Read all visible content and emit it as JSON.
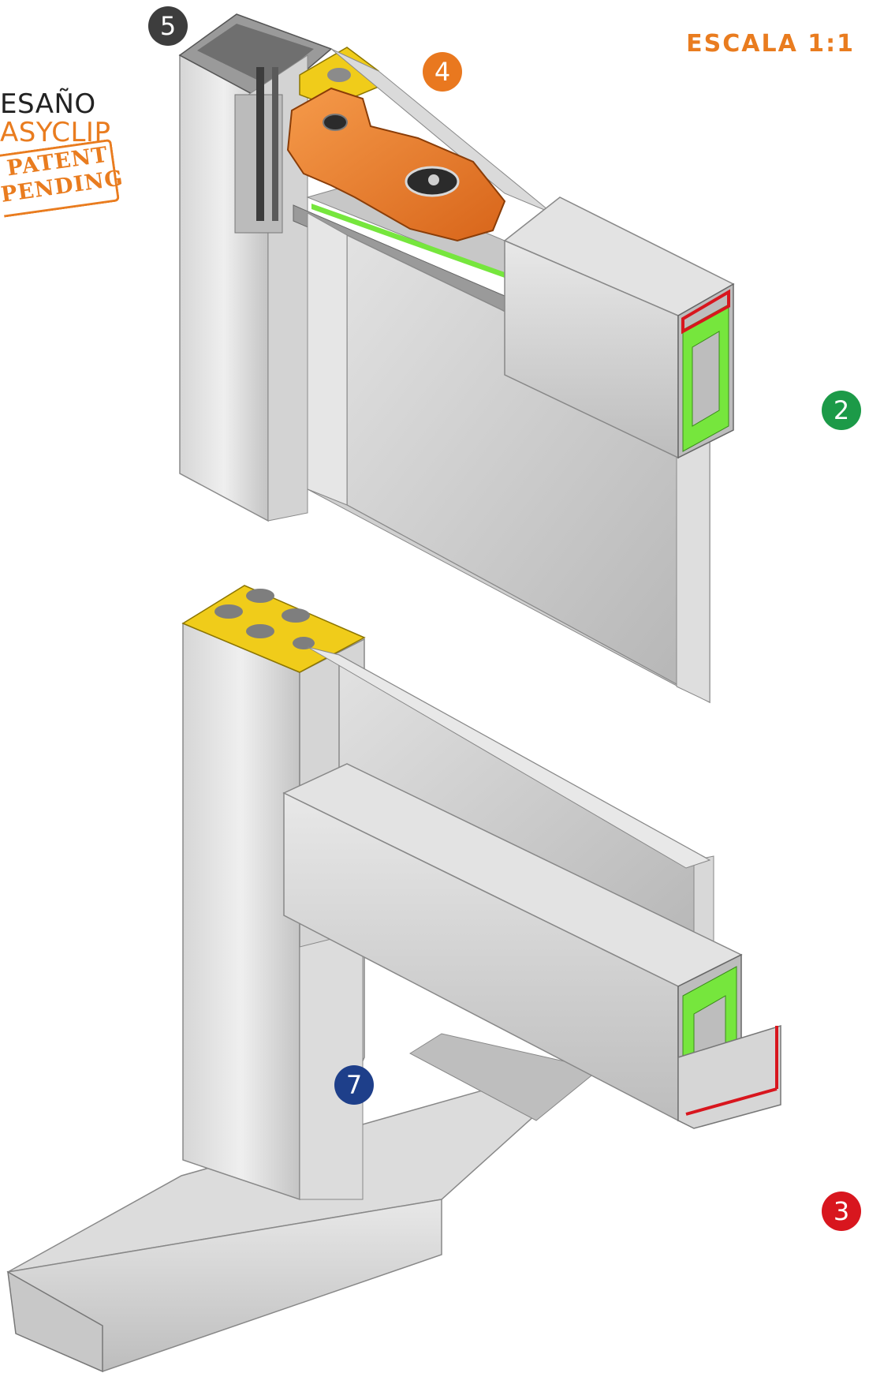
{
  "heading": "ESCALA 1:1",
  "brand": {
    "line1": "ESAÑO",
    "line2": "ASYCLIP",
    "stamp_line1": "PATENT",
    "stamp_line2": "PENDING"
  },
  "callouts": [
    {
      "id": "callout-5",
      "label": "5",
      "color": "#3d3d3d"
    },
    {
      "id": "callout-4",
      "label": "4",
      "color": "#e9781f"
    },
    {
      "id": "callout-2",
      "label": "2",
      "color": "#1c9a48"
    },
    {
      "id": "callout-7",
      "label": "7",
      "color": "#1e3f8a"
    },
    {
      "id": "callout-3",
      "label": "3",
      "color": "#d8161e"
    }
  ],
  "colors": {
    "aluminium_light": "#e4e4e4",
    "aluminium_mid": "#c9c9c9",
    "aluminium_dark": "#9c9c9c",
    "glass": "#c6c6c6",
    "clip_orange": "#ec7a2a",
    "gasket_green": "#76e63d",
    "seal_red": "#d8161e",
    "section_yellow": "#f0cc1a"
  }
}
